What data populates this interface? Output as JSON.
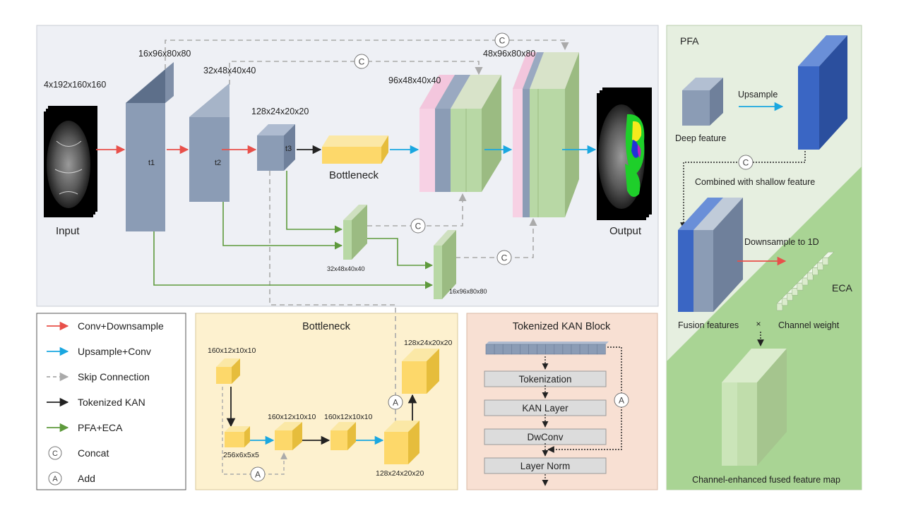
{
  "main": {
    "dims": {
      "input": "4x192x160x160",
      "enc1": "16x96x80x80",
      "enc2": "32x48x40x40",
      "enc3": "128x24x20x20",
      "dec2": "96x48x40x40",
      "dec1": "48x96x80x80",
      "pfa2": "32x48x40x40",
      "pfa1": "16x96x80x80"
    },
    "labels": {
      "input": "Input",
      "output": "Output",
      "bottleneck": "Bottleneck",
      "t1": "t1",
      "t2": "t2",
      "t3": "t3"
    }
  },
  "symbols": {
    "concat": "C",
    "add": "A"
  },
  "legend": [
    {
      "label": "Conv+Downsample",
      "kind": "arrow",
      "color": "#e8504a",
      "dash": false
    },
    {
      "label": "Upsample+Conv",
      "kind": "arrow",
      "color": "#1aa7e0",
      "dash": false
    },
    {
      "label": "Skip Connection",
      "kind": "arrow",
      "color": "#aaaaaa",
      "dash": true
    },
    {
      "label": "Tokenized KAN",
      "kind": "arrow",
      "color": "#222222",
      "dash": false
    },
    {
      "label": "PFA+ECA",
      "kind": "arrow",
      "color": "#5e9a3c",
      "dash": false
    },
    {
      "label": "Concat",
      "kind": "circle",
      "symbol": "C"
    },
    {
      "label": "Add",
      "kind": "circle",
      "symbol": "A"
    }
  ],
  "bottleneck_panel": {
    "title": "Bottleneck",
    "dims": {
      "b1": "160x12x10x10",
      "b2": "256x6x5x5",
      "b3": "160x12x10x10",
      "b4": "160x12x10x10",
      "b5": "128x24x20x20",
      "b6": "128x24x20x20"
    }
  },
  "kan_panel": {
    "title": "Tokenized KAN Block",
    "layers": [
      "Tokenization",
      "KAN Layer",
      "DwConv",
      "Layer Norm"
    ]
  },
  "pfa_panel": {
    "title": "PFA",
    "deep_feature": "Deep feature",
    "upsample": "Upsample",
    "combined": "Combined with shallow feature",
    "downsample": "Downsample to 1D",
    "eca_title": "ECA",
    "fusion": "Fusion features",
    "times": "×",
    "channel_weight": "Channel weight",
    "final": "Channel-enhanced fused feature map"
  },
  "colors": {
    "red": "#e8504a",
    "blue": "#1aa7e0",
    "gray": "#aaaaaa",
    "black": "#222222",
    "green": "#5e9a3c",
    "block_gray": "#8b9cb5",
    "block_yellow": "#fdd86a",
    "block_pink": "#f7d1e4",
    "block_green": "#b8d8a5",
    "deep_blue": "#3a66c4"
  }
}
